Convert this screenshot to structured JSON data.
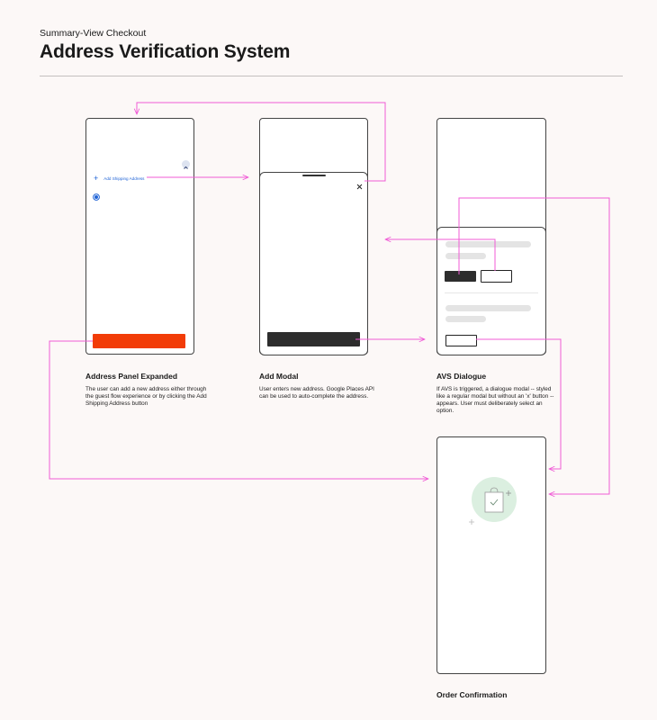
{
  "header": {
    "eyebrow": "Summary-View Checkout",
    "title": "Address Verification System"
  },
  "screens": {
    "address_panel": {
      "title": "Address Panel Expanded",
      "description": "The user can add a new address either through the guest flow experience or by clicking the Add Shipping Address button",
      "add_link": "Add Shipping Address"
    },
    "add_modal": {
      "title": "Add Modal",
      "description": "User enters new address. Google Places API can be used to auto-complete the address."
    },
    "avs_dialogue": {
      "title": "AVS Dialogue",
      "description": "If AVS is triggered, a dialogue modal -- styled like a regular modal but without an 'x' button -- appears. User must deliberately select an option."
    },
    "order_confirmation": {
      "title": "Order Confirmation"
    }
  },
  "colors": {
    "accent_cta": "#f23c07",
    "flow_arrow": "#f05bd6",
    "link": "#1f63d6",
    "dark_button": "#2d2d2d",
    "confirm_circle": "#dbefe0"
  },
  "icons": [
    "plus-icon",
    "radio-selected-icon",
    "chevron-up-icon",
    "close-icon",
    "shopping-bag-check-icon",
    "sparkle-icon"
  ]
}
